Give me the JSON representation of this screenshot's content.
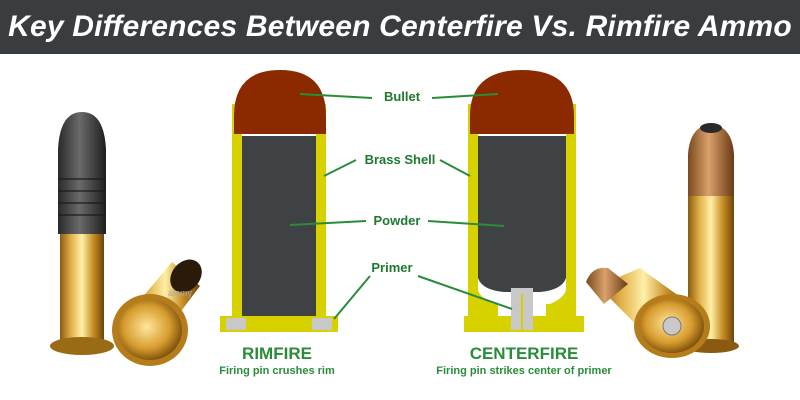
{
  "header": {
    "title": "Key Differences Between Centerfire Vs. Rimfire Ammo"
  },
  "labels": {
    "bullet": "Bullet",
    "brass_shell": "Brass Shell",
    "powder": "Powder",
    "primer": "Primer"
  },
  "rimfire": {
    "name": "RIMFIRE",
    "description": "Firing pin crushes rim"
  },
  "centerfire": {
    "name": "CENTERFIRE",
    "description": "Firing pin strikes center of primer"
  },
  "watermark": "alamy",
  "colors": {
    "title_bar": "#3a3d40",
    "title_text": "#ffffff",
    "bullet": "#8b2a00",
    "powder": "#3f4244",
    "brass": "#d8d100",
    "primer": "#c8c8c8",
    "label_green": "#1f7a2e"
  }
}
